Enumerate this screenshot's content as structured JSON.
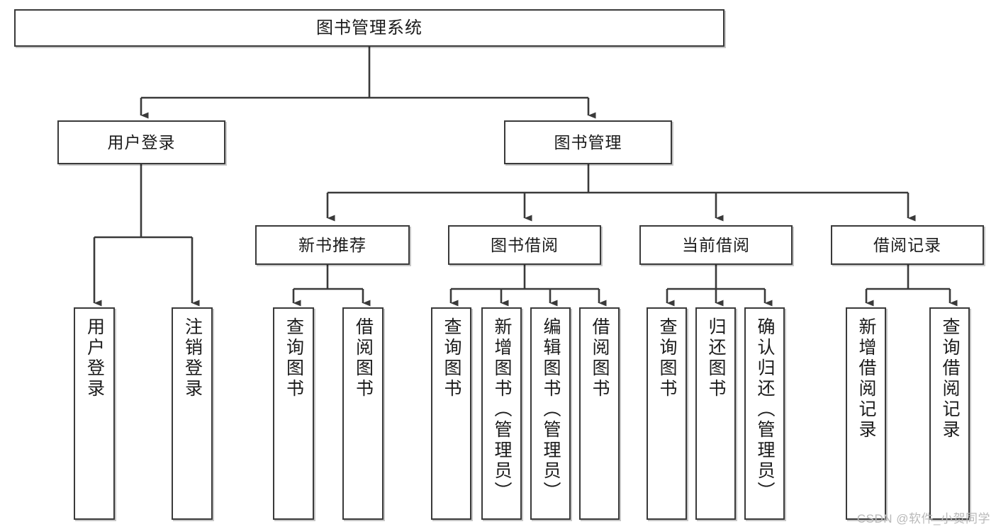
{
  "diagram": {
    "title": "图书管理系统",
    "watermark": "CSDN @软件_小贺同学",
    "line_color": "#3a3a3a",
    "box_fill": "#ffffff",
    "text_color": "#1b1b1b",
    "nodes": {
      "root": {
        "label": "图书管理系统"
      },
      "level2": [
        {
          "label": "用户登录"
        },
        {
          "label": "图书管理"
        }
      ],
      "level3": [
        {
          "label": "新书推荐"
        },
        {
          "label": "图书借阅"
        },
        {
          "label": "当前借阅"
        },
        {
          "label": "借阅记录"
        }
      ],
      "leaves": {
        "user_login": [
          {
            "label": "用户登录"
          },
          {
            "label": "注销登录"
          }
        ],
        "new_book": [
          {
            "label": "查询图书"
          },
          {
            "label": "借阅图书"
          }
        ],
        "borrow_book": [
          {
            "label": "查询图书"
          },
          {
            "label": "新增图书（管理员）"
          },
          {
            "label": "编辑图书（管理员）"
          },
          {
            "label": "借阅图书"
          }
        ],
        "current_borrow": [
          {
            "label": "查询图书"
          },
          {
            "label": "归还图书"
          },
          {
            "label": "确认归还（管理员）"
          }
        ],
        "borrow_record": [
          {
            "label": "新增借阅记录"
          },
          {
            "label": "查询借阅记录"
          }
        ]
      }
    }
  }
}
